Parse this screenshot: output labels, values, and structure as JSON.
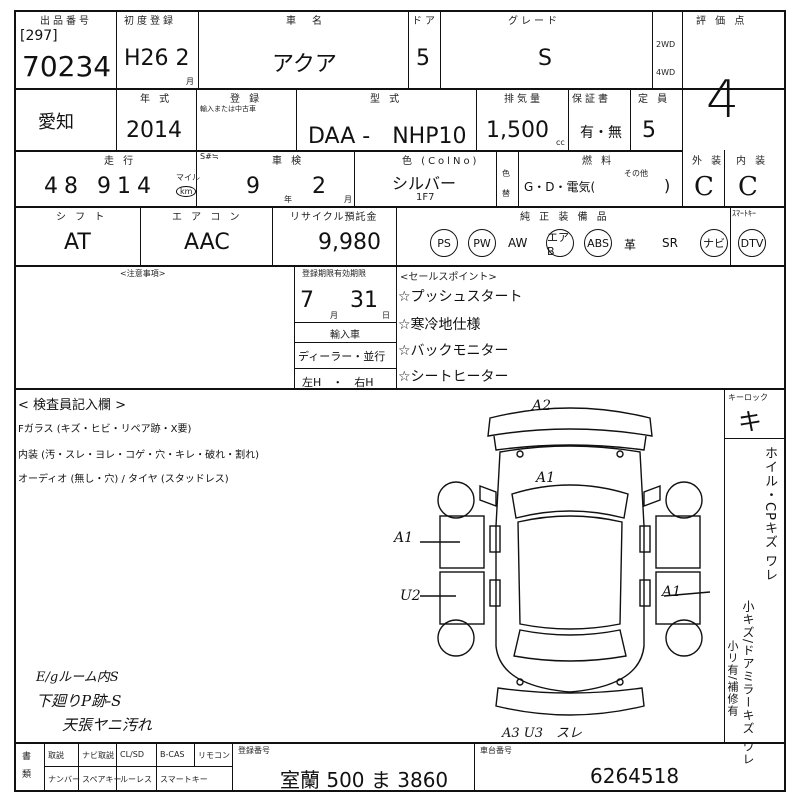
{
  "header": {
    "lot_label": "出品番号",
    "lot_sub": "[297]",
    "lot_number": "70234",
    "first_reg_label": "初度登録",
    "first_reg": "H26 2",
    "first_reg_month": "月",
    "car_name_label": "車　名",
    "car_name": "アクア",
    "doors_label": "ドア",
    "doors": "5",
    "grade_label": "グレード",
    "grade": "S",
    "eval_label": "評 価 点",
    "drive_label": "2WD",
    "drive_label2": "4WD",
    "score": "4"
  },
  "row2": {
    "region": "愛知",
    "year_label": "年 式",
    "year": "2014",
    "reg_label": "登 録",
    "reg_sub": "輸入または中古車",
    "model_label": "型 式",
    "model": "DAA -　NHP10",
    "cc_label": "排気量",
    "cc": "1,500",
    "cc_unit": "cc",
    "warranty_label": "保証書",
    "warranty": "有・無",
    "capacity_label": "定 員",
    "capacity": "5"
  },
  "row3": {
    "mileage_label": "走 行",
    "mileage": "48 914",
    "mileage_unit_mile": "マイル",
    "mileage_unit_km": "km",
    "inspection_label": "車 検",
    "inspection_year": "9",
    "inspection_month": "2",
    "year_unit": "年",
    "month_unit": "月",
    "color_label": "色 (ColNo)",
    "color": "シルバー",
    "color_code": "1F7",
    "color_change": "色替",
    "fuel_label": "燃 料",
    "fuel": "G・D・電気(",
    "fuel_other": "その他",
    "fuel_close": ")",
    "exterior_label": "外 装",
    "exterior": "C",
    "interior_label": "内 装",
    "interior": "C"
  },
  "row4": {
    "shift_label": "シ フ ト",
    "shift": "AT",
    "ac_label": "エ ア コ ン",
    "ac": "AAC",
    "recycle_label": "リサイクル預託金",
    "recycle": "9,980",
    "equipment_label": "純 正 装 備 品",
    "equipment": [
      "PS",
      "PW",
      "AW",
      "エアB",
      "ABS",
      "革",
      "SR",
      "ナビ",
      "DTV"
    ],
    "equipment_circled": [
      true,
      true,
      false,
      true,
      true,
      false,
      false,
      true,
      true
    ],
    "smart_key_label": "ｽﾏｰﾄｷｰ"
  },
  "remarks": {
    "caution_label": "<注意事項>",
    "expiry_label": "登録期限有効期限",
    "expiry_month": "7",
    "expiry_day": "31",
    "month_unit": "月",
    "day_unit": "日",
    "import_label": "輸入車",
    "dealer": "ディーラー・並行",
    "handle": "左H　・　右H",
    "sales_label": "<セールスポイント>",
    "sales_points": [
      "☆プッシュスタート",
      "☆寒冷地仕様",
      "☆バックモニター",
      "☆シートヒーター"
    ]
  },
  "inspector": {
    "title": "< 検査員記入欄 >",
    "glass": "Fガラス (キズ・ヒビ・リペア跡・X要)",
    "interior": "内装 (汚・スレ・ヨレ・コゲ・穴・キレ・破れ・割れ)",
    "audio": "オーディオ (無し・穴) / タイヤ (スタッドレス)",
    "marks": {
      "front": "A2",
      "hood": "A1",
      "left_front": "A1",
      "left_rear": "U2",
      "right_rear": "A1",
      "rear": "A3 U3　スレ"
    },
    "notes": [
      "E/gルーム内S",
      "下廻りP跡-S",
      "天張ヤニ汚れ"
    ]
  },
  "side": {
    "key_label": "キーロック",
    "key_value": "キ",
    "vertical_1": "ホイル・CPキズ ワレ",
    "vertical_2": "小キズ/ドアミラーキズ ワレ",
    "vertical_3": "小リ有/補修有"
  },
  "footer": {
    "docs_label": "書類",
    "items_row1": [
      "取説",
      "ナビ取説",
      "CL/SD",
      "B-CAS",
      "リモコン"
    ],
    "items_row2": [
      "ナンバー",
      "スペアキー",
      "ルーレス",
      "スマートキー"
    ],
    "plate_label": "登録番号",
    "plate": "室蘭 500 ま 3860",
    "chassis_label": "車台番号",
    "chassis": "6264518"
  }
}
